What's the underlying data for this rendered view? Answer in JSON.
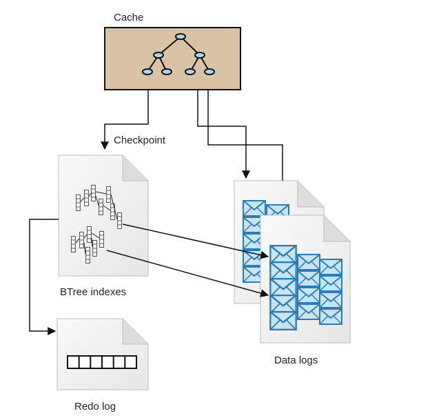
{
  "labels": {
    "cache": "Cache",
    "checkpoint": "Checkpoint",
    "btree": "BTree indexes",
    "data_logs": "Data logs",
    "redo_log": "Redo log"
  },
  "colors": {
    "cache_fill": "#d8c3a5",
    "doc_fill": "#f2f2f2",
    "envelope_fill": "#c7e4f3",
    "envelope_stroke": "#2b7bb5",
    "node_fill": "#a8d8ef"
  },
  "redo_cells": 6
}
